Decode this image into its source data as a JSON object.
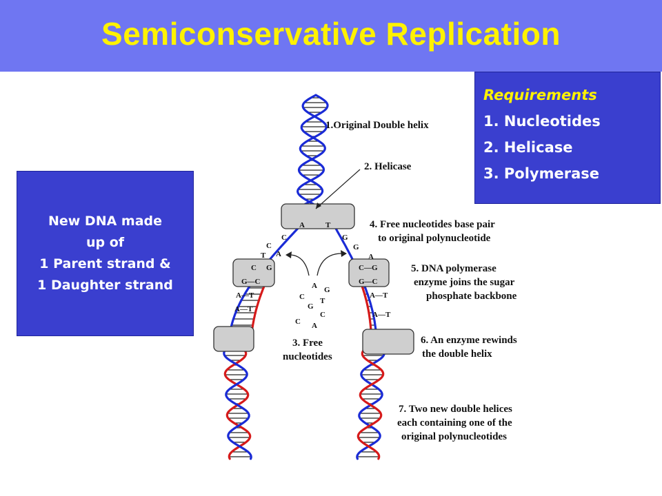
{
  "title": "Semiconservative Replication",
  "left_box": {
    "lines": [
      "New DNA made",
      "up of",
      "1 Parent strand &",
      "1 Daughter strand"
    ]
  },
  "requirements": {
    "heading": "Requirements",
    "items": [
      "1. Nucleotides",
      "2. Helicase",
      "3. Polymerase"
    ]
  },
  "diagram": {
    "labels": {
      "step1": "1.Original Double helix",
      "step2": "2. Helicase",
      "step3_line1": "3. Free",
      "step3_line2": "nucleotides",
      "step4_line1": "4. Free nucleotides base pair",
      "step4_line2": "to original polynucleotide",
      "step5_line1": "5. DNA polymerase",
      "step5_line2": "enzyme joins the sugar",
      "step5_line3": "phosphate backbone",
      "step6_line1": "6. An enzyme rewinds",
      "step6_line2": "the double helix",
      "step7_line1": "7. Two new double helices",
      "step7_line2": "each containing one of the",
      "step7_line3": "original polynucleotides"
    },
    "bases": {
      "helicase_a": "A",
      "helicase_t": "T",
      "left_c": "C",
      "left_t": "T",
      "left_a": "A",
      "right_g": "G",
      "right_g2": "G",
      "right_a": "A",
      "pol_left_c": "C",
      "pol_left_g": "G",
      "pol_left_gc": "G—C",
      "pol_right_cg": "C—G",
      "pol_right_gc": "G—C",
      "left_at1": "A—T",
      "left_at2": "A—T",
      "right_at1": "A—T",
      "right_at2": "A—T",
      "free_a": "A",
      "free_g": "G",
      "free_c": "C",
      "free_g2": "G",
      "free_t": "T",
      "free_c2": "C",
      "free_c3": "C",
      "free_a2": "A"
    },
    "colors": {
      "parent_strand": "#1a2bd6",
      "daughter_strand": "#d61a1a",
      "enzyme_fill": "#cfcfcf"
    }
  }
}
